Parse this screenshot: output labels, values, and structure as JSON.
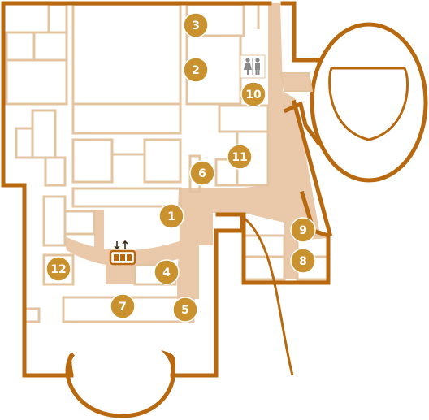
{
  "colors": {
    "wall": "#b8690f",
    "inner_wall": "#e3c4a1",
    "marker": "#c9922f",
    "corridor": "#e9c9aa",
    "background": "#ffffff"
  },
  "markers": [
    {
      "label": "1"
    },
    {
      "label": "2"
    },
    {
      "label": "3"
    },
    {
      "label": "4"
    },
    {
      "label": "5"
    },
    {
      "label": "6"
    },
    {
      "label": "7"
    },
    {
      "label": "8"
    },
    {
      "label": "9"
    },
    {
      "label": "10"
    },
    {
      "label": "11"
    },
    {
      "label": "12"
    }
  ],
  "icons": {
    "restroom": "restroom-icon",
    "elevator": "elevator-icon"
  }
}
